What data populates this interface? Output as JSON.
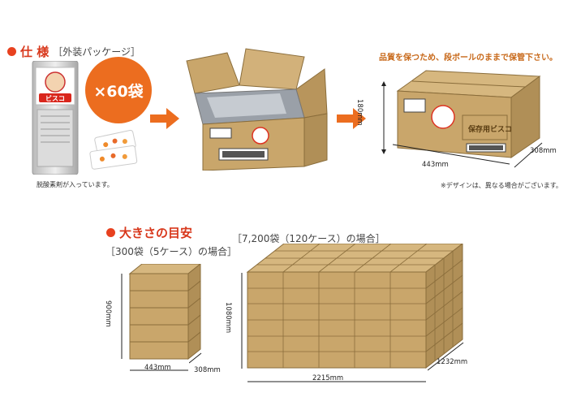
{
  "spec": {
    "title": "仕 様",
    "package_label": "［外装パッケージ］",
    "quantity_badge": "×60袋",
    "oxygen_note": "脱酸素剤が入っています。",
    "pack_brand": "ビスコ"
  },
  "storage_notice": "品質を保つため、段ボールのままで保管下さい。",
  "box": {
    "brand_label": "保存用ビスコ",
    "height": "180mm",
    "width": "443mm",
    "depth": "308mm",
    "design_note": "※デザインは、異なる場合がございます。"
  },
  "size_guide": {
    "title": "大きさの目安",
    "small_case_label": "［300袋（5ケース）の場合］",
    "small_height": "900mm",
    "small_width": "443mm",
    "small_depth": "308mm",
    "large_case_label": "［7,200袋（120ケース）の場合］",
    "large_height": "1080mm",
    "large_width": "2215mm",
    "large_depth": "1232mm"
  },
  "colors": {
    "accent": "#e8411f",
    "arrow": "#ec6d1f",
    "cardboard": "#c9a66b",
    "cardboard_dark": "#a9874f"
  }
}
